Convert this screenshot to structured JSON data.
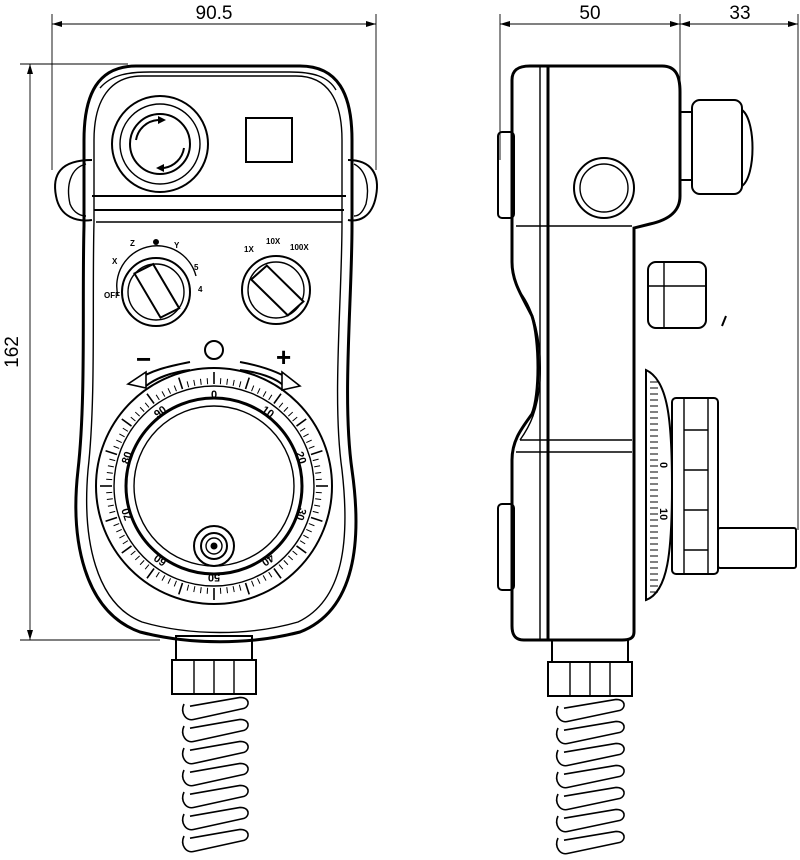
{
  "dimensions": {
    "front_width": "90.5",
    "front_height": "162",
    "side_body_depth": "50",
    "side_wheel_depth": "33"
  },
  "front": {
    "axis_selector_labels": [
      "X",
      "Z",
      "Y",
      "5",
      "4"
    ],
    "axis_selector_left_label": "OFF",
    "step_selector_labels": [
      "1X",
      "10X",
      "100X"
    ],
    "jog_minus": "−",
    "jog_plus": "+",
    "scale_numbers": [
      "0",
      "10",
      "20",
      "30",
      "40",
      "50",
      "60",
      "70",
      "80",
      "90"
    ]
  },
  "side": {
    "scale_numbers": [
      "0",
      "10"
    ]
  }
}
